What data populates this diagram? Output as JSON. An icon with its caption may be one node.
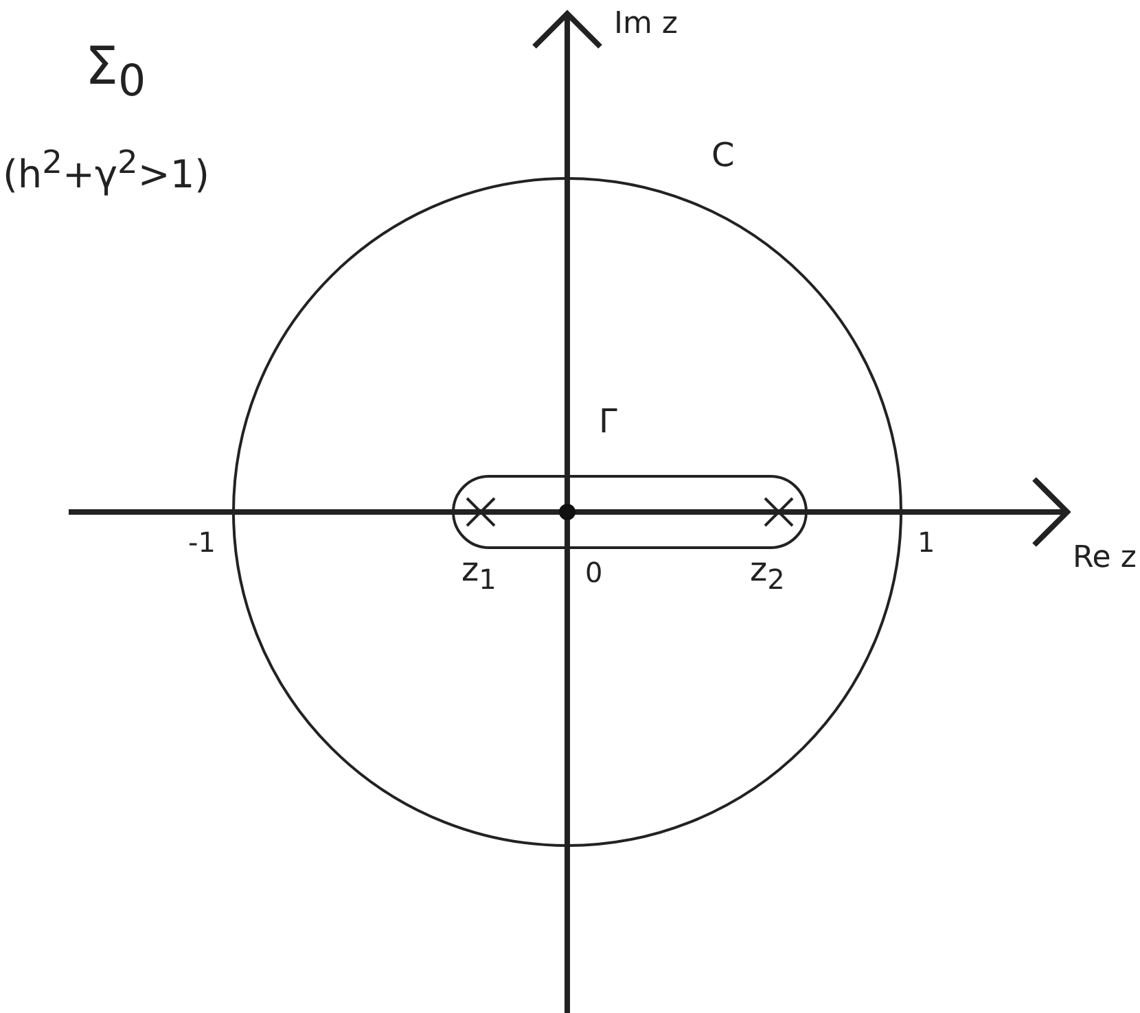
{
  "diagram": {
    "labels": [
      "Σ$_{0}$",
      "(h$^{2}$+γ$^{2}$>1)",
      "Im z",
      "C",
      "Γ",
      "-1",
      "z$_{1}$",
      "0",
      "z$_{2}$",
      "1",
      "Re z"
    ]
  }
}
